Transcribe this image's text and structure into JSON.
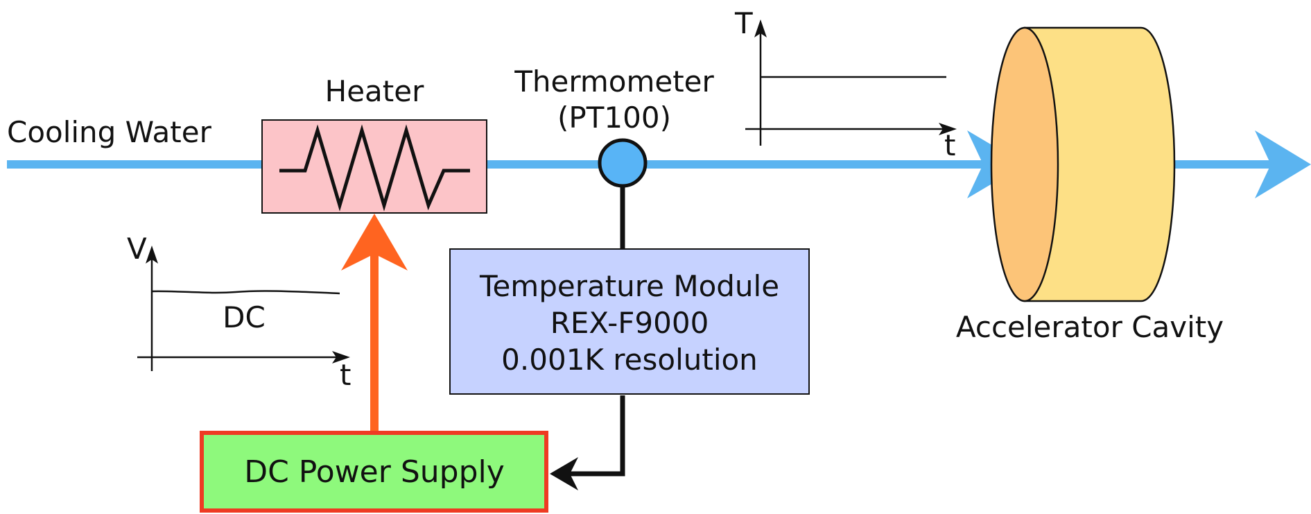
{
  "labels": {
    "cooling_water": "Cooling Water",
    "heater": "Heater",
    "thermometer": "Thermometer",
    "thermometer_model": "(PT100)",
    "temperature_module_line1": "Temperature Module",
    "temperature_module_line2": "REX-F9000",
    "temperature_module_line3": "0.001K resolution",
    "dc_power_supply": "DC Power Supply",
    "accelerator_cavity": "Accelerator Cavity",
    "voltage_graph_y_axis": "V",
    "voltage_graph_x_axis": "t",
    "voltage_graph_curve": "DC",
    "temperature_graph_y_axis": "T",
    "temperature_graph_x_axis": "t"
  },
  "colors": {
    "water_flow": "#5bb4f0",
    "heater_fill": "#fcc4c8",
    "thermometer_fill": "#58b4f6",
    "module_fill": "#c6d2ff",
    "power_supply_fill": "#8ef97c",
    "power_supply_border": "#ee3b23",
    "power_arrow": "#ff6420",
    "cavity_body": "#fde086",
    "cavity_face": "#fcc478"
  }
}
